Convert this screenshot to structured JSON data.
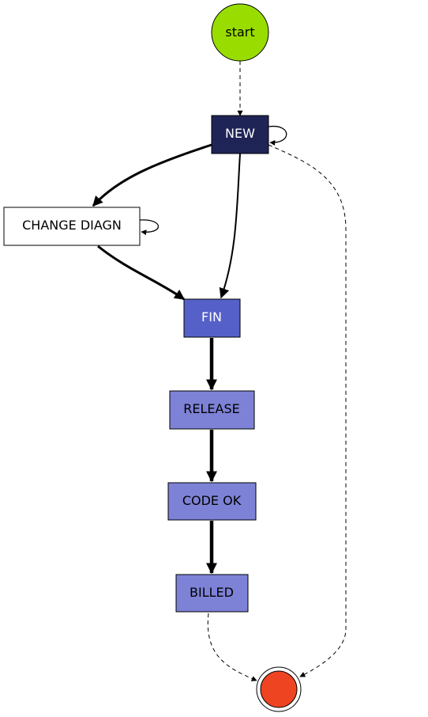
{
  "colors": {
    "start_fill": "#99dd00",
    "end_fill": "#ee4422",
    "new_fill": "#1f2457",
    "fin_fill": "#5561c8",
    "light_state_fill": "#7d82d6",
    "white_fill": "#ffffff",
    "stroke": "#000000",
    "dark_text": "#ffffff",
    "light_text": "#000000"
  },
  "nodes": {
    "start": {
      "label": "start"
    },
    "new": {
      "label": "NEW"
    },
    "change_diagn": {
      "label": "CHANGE DIAGN"
    },
    "fin": {
      "label": "FIN"
    },
    "release": {
      "label": "RELEASE"
    },
    "code_ok": {
      "label": "CODE OK"
    },
    "billed": {
      "label": "BILLED"
    }
  },
  "edges": [
    {
      "from": "start",
      "to": "new",
      "style": "dashed"
    },
    {
      "from": "new",
      "to": "new",
      "style": "solid"
    },
    {
      "from": "new",
      "to": "change_diagn",
      "style": "bold"
    },
    {
      "from": "new",
      "to": "fin",
      "style": "solid"
    },
    {
      "from": "new",
      "to": "end",
      "style": "dashed"
    },
    {
      "from": "change_diagn",
      "to": "change_diagn",
      "style": "solid"
    },
    {
      "from": "change_diagn",
      "to": "fin",
      "style": "bold"
    },
    {
      "from": "fin",
      "to": "release",
      "style": "bolder"
    },
    {
      "from": "release",
      "to": "code_ok",
      "style": "bolder"
    },
    {
      "from": "code_ok",
      "to": "billed",
      "style": "bolder"
    },
    {
      "from": "billed",
      "to": "end",
      "style": "dashed"
    }
  ]
}
